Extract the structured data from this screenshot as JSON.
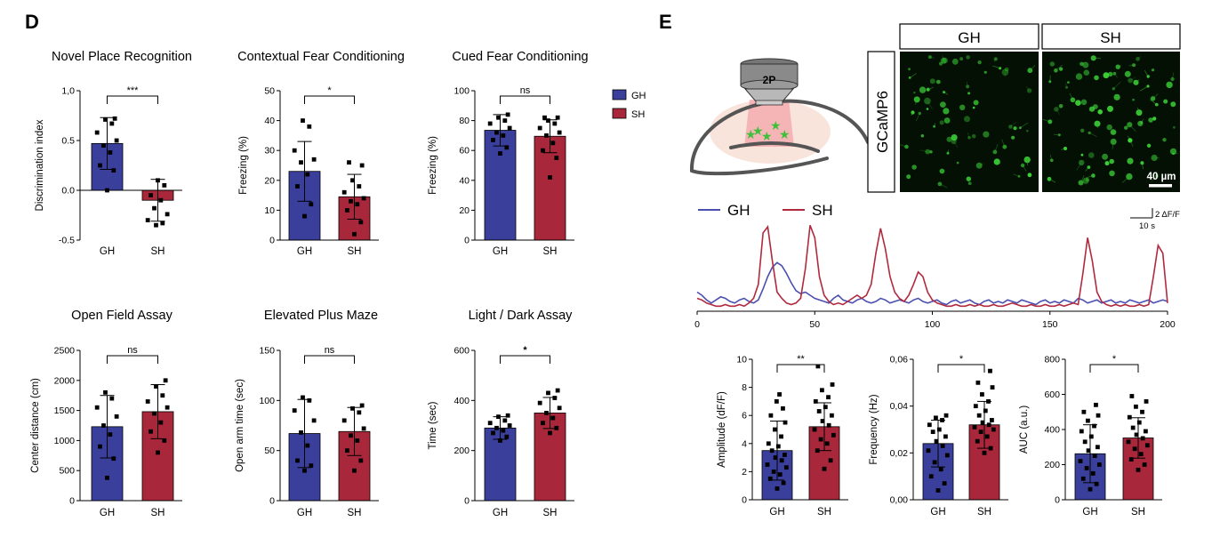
{
  "panel_letters": [
    "D",
    "E"
  ],
  "colors": {
    "GH": "#3a3f9c",
    "SH": "#a8273a",
    "GH_trace": "#4a4fb0",
    "SH_trace": "#b02a3e"
  },
  "legend_D": {
    "GH": "GH",
    "SH": "SH"
  },
  "imaging": {
    "microscope_label": "2P",
    "indicator_label": "GCaMP6",
    "columns": [
      "GH",
      "SH"
    ],
    "scale_bar": "40 µm"
  },
  "trace": {
    "legend": [
      "GH",
      "SH"
    ],
    "scale_y": "2 ΔF/F",
    "scale_x": "10 s"
  },
  "chart_data": [
    {
      "id": "npr",
      "type": "bar",
      "title": "Novel Place Recognition",
      "ylabel": "Discrimination index",
      "categories": [
        "GH",
        "SH"
      ],
      "values": [
        0.47,
        -0.1
      ],
      "errors": [
        0.26,
        0.21
      ],
      "ylim": [
        -0.5,
        1.0
      ],
      "yticks": [
        -0.5,
        0.0,
        0.5,
        1.0
      ],
      "ytick_labels": [
        "-0.5",
        "0.0",
        "0.5",
        "1,0"
      ],
      "significance": "***",
      "points": [
        [
          0.0,
          0.2,
          0.25,
          0.38,
          0.45,
          0.5,
          0.58,
          0.67,
          0.71,
          0.72
        ],
        [
          0.1,
          0.05,
          -0.05,
          -0.1,
          -0.18,
          -0.24,
          -0.3,
          -0.33,
          -0.35
        ]
      ]
    },
    {
      "id": "cfc",
      "type": "bar",
      "title": "Contextual Fear Conditioning",
      "ylabel": "Freezing (%)",
      "categories": [
        "GH",
        "SH"
      ],
      "values": [
        23,
        14.5
      ],
      "errors": [
        10,
        7.5
      ],
      "ylim": [
        0,
        50
      ],
      "yticks": [
        0,
        10,
        20,
        30,
        40,
        50
      ],
      "ytick_labels": [
        "0",
        "10",
        "20",
        "30",
        "40",
        "50"
      ],
      "significance": "*",
      "points": [
        [
          8,
          12,
          18,
          22,
          26,
          27,
          30,
          38,
          40
        ],
        [
          2,
          6,
          10,
          12,
          13,
          14,
          16,
          18,
          20,
          25,
          26
        ]
      ]
    },
    {
      "id": "cued",
      "type": "bar",
      "title": "Cued Fear Conditioning",
      "ylabel": "Freezing (%)",
      "categories": [
        "GH",
        "SH"
      ],
      "values": [
        73.5,
        69.5
      ],
      "errors": [
        10.5,
        11
      ],
      "ylim": [
        0,
        100
      ],
      "yticks": [
        0,
        20,
        40,
        60,
        80,
        100
      ],
      "ytick_labels": [
        "0",
        "20",
        "40",
        "60",
        "80",
        "100"
      ],
      "significance": "ns",
      "points": [
        [
          58,
          62,
          67,
          70,
          72,
          75,
          78,
          80,
          82,
          84
        ],
        [
          42,
          55,
          60,
          65,
          70,
          72,
          75,
          78,
          80,
          82,
          82
        ]
      ]
    },
    {
      "id": "of",
      "type": "bar",
      "title": "Open Field Assay",
      "ylabel": "Center distance (cm)",
      "categories": [
        "GH",
        "SH"
      ],
      "values": [
        1230,
        1480
      ],
      "errors": [
        520,
        450
      ],
      "ylim": [
        0,
        2500
      ],
      "yticks": [
        0,
        500,
        1000,
        1500,
        2000,
        2500
      ],
      "ytick_labels": [
        "0",
        "500",
        "1000",
        "1500",
        "2000",
        "2500"
      ],
      "significance": "ns",
      "points": [
        [
          380,
          700,
          900,
          1100,
          1250,
          1400,
          1550,
          1700,
          1800
        ],
        [
          800,
          1000,
          1150,
          1300,
          1450,
          1550,
          1650,
          1750,
          1900,
          2000
        ]
      ]
    },
    {
      "id": "epm",
      "type": "bar",
      "title": "Elevated Plus Maze",
      "ylabel": "Open arm time (sec)",
      "categories": [
        "GH",
        "SH"
      ],
      "values": [
        67,
        69
      ],
      "errors": [
        34,
        24
      ],
      "ylim": [
        0,
        150
      ],
      "yticks": [
        0,
        50,
        100,
        150
      ],
      "ytick_labels": [
        "0",
        "50",
        "100",
        "150"
      ],
      "significance": "ns",
      "points": [
        [
          30,
          35,
          40,
          55,
          68,
          80,
          90,
          100,
          103
        ],
        [
          30,
          40,
          50,
          60,
          65,
          72,
          80,
          88,
          92,
          95
        ]
      ]
    },
    {
      "id": "ld",
      "type": "bar",
      "title": "Light / Dark Assay",
      "ylabel": "Time (sec)",
      "categories": [
        "GH",
        "SH"
      ],
      "values": [
        290,
        350
      ],
      "errors": [
        45,
        62
      ],
      "ylim": [
        0,
        600
      ],
      "yticks": [
        0,
        200,
        400,
        600
      ],
      "ytick_labels": [
        "0",
        "200",
        "400",
        "600"
      ],
      "significance": "*",
      "points": [
        [
          240,
          255,
          270,
          280,
          290,
          300,
          310,
          320,
          335,
          340
        ],
        [
          270,
          290,
          310,
          330,
          350,
          370,
          390,
          410,
          430,
          440
        ]
      ]
    },
    {
      "id": "trace",
      "type": "line",
      "title": "",
      "x": [
        0,
        2,
        4,
        6,
        8,
        10,
        12,
        14,
        16,
        18,
        20,
        22,
        24,
        26,
        28,
        30,
        32,
        34,
        36,
        38,
        40,
        42,
        44,
        46,
        48,
        50,
        52,
        54,
        56,
        58,
        60,
        62,
        64,
        66,
        68,
        70,
        72,
        74,
        76,
        78,
        80,
        82,
        84,
        86,
        88,
        90,
        92,
        94,
        96,
        98,
        100,
        102,
        104,
        106,
        108,
        110,
        112,
        114,
        116,
        118,
        120,
        122,
        124,
        126,
        128,
        130,
        132,
        134,
        136,
        138,
        140,
        142,
        144,
        146,
        148,
        150,
        152,
        154,
        156,
        158,
        160,
        162,
        164,
        166,
        168,
        170,
        172,
        174,
        176,
        178,
        180,
        182,
        184,
        186,
        188,
        190,
        192,
        194,
        196,
        198,
        200
      ],
      "xlim": [
        0,
        200
      ],
      "xticks": [
        0,
        50,
        100,
        150,
        200
      ],
      "series": [
        {
          "name": "GH",
          "values": [
            1.0,
            0.8,
            0.5,
            0.3,
            0.5,
            0.7,
            0.6,
            0.4,
            0.3,
            0.5,
            0.6,
            0.4,
            0.3,
            0.5,
            1.2,
            2.0,
            2.6,
            2.9,
            2.7,
            2.2,
            1.6,
            1.1,
            0.9,
            1.0,
            0.8,
            0.6,
            0.5,
            0.4,
            0.3,
            0.6,
            0.8,
            0.5,
            0.4,
            0.3,
            0.5,
            0.6,
            0.4,
            0.3,
            0.4,
            0.6,
            0.5,
            0.3,
            0.4,
            0.5,
            0.4,
            0.3,
            0.5,
            0.6,
            0.4,
            0.3,
            0.4,
            0.5,
            0.3,
            0.2,
            0.4,
            0.5,
            0.3,
            0.4,
            0.5,
            0.3,
            0.2,
            0.4,
            0.5,
            0.3,
            0.4,
            0.3,
            0.5,
            0.4,
            0.3,
            0.5,
            0.4,
            0.3,
            0.2,
            0.4,
            0.5,
            0.3,
            0.4,
            0.3,
            0.5,
            0.4,
            0.3,
            0.6,
            0.5,
            0.3,
            0.4,
            0.5,
            0.3,
            0.4,
            0.5,
            0.3,
            0.4,
            0.3,
            0.5,
            0.4,
            0.3,
            0.4,
            0.5,
            0.3,
            0.4,
            0.5,
            0.4
          ]
        },
        {
          "name": "SH",
          "values": [
            0.6,
            0.5,
            0.3,
            0.2,
            0.1,
            0.1,
            0.2,
            0.1,
            0.1,
            0.2,
            0.1,
            0.3,
            0.6,
            1.5,
            4.8,
            5.2,
            3.0,
            1.0,
            0.6,
            0.3,
            0.2,
            0.3,
            0.6,
            2.5,
            5.3,
            4.5,
            2.0,
            0.8,
            0.4,
            0.2,
            0.3,
            0.2,
            0.4,
            0.6,
            0.8,
            0.6,
            0.8,
            1.5,
            3.5,
            5.1,
            3.8,
            2.0,
            1.0,
            0.6,
            0.4,
            0.8,
            1.5,
            2.3,
            2.0,
            1.0,
            0.5,
            0.3,
            0.2,
            0.1,
            0.1,
            0.2,
            0.1,
            0.1,
            0.2,
            0.1,
            0.2,
            0.1,
            0.1,
            0.2,
            0.1,
            0.1,
            0.2,
            0.3,
            0.2,
            0.1,
            0.1,
            0.2,
            0.1,
            0.1,
            0.2,
            0.1,
            0.1,
            0.2,
            0.1,
            0.2,
            0.3,
            0.2,
            2.2,
            4.5,
            3.0,
            1.0,
            0.4,
            0.2,
            0.1,
            0.2,
            0.1,
            0.2,
            0.1,
            0.1,
            0.2,
            0.1,
            0.2,
            2.0,
            4.0,
            3.5,
            0.3
          ]
        }
      ]
    },
    {
      "id": "amp",
      "type": "bar",
      "title": "",
      "ylabel": "Amplitude (dF/F)",
      "categories": [
        "GH",
        "SH"
      ],
      "values": [
        3.5,
        5.2
      ],
      "errors": [
        2.1,
        1.7
      ],
      "ylim": [
        0,
        10
      ],
      "yticks": [
        0,
        2,
        4,
        6,
        8,
        10
      ],
      "ytick_labels": [
        "0",
        "2",
        "4",
        "6",
        "8",
        "10"
      ],
      "significance": "**",
      "points": [
        [
          0.8,
          1.2,
          1.5,
          1.8,
          2.0,
          2.3,
          2.5,
          2.8,
          3.0,
          3.2,
          3.5,
          3.8,
          4.0,
          4.5,
          5.0,
          5.5,
          6.0,
          6.5,
          7.0,
          7.5
        ],
        [
          2.2,
          2.8,
          3.5,
          4.0,
          4.3,
          4.6,
          5.0,
          5.3,
          5.6,
          6.0,
          6.3,
          6.6,
          7.0,
          7.3,
          7.8,
          8.2,
          9.5
        ]
      ]
    },
    {
      "id": "freq",
      "type": "bar",
      "title": "",
      "ylabel": "Frequency (Hz)",
      "categories": [
        "GH",
        "SH"
      ],
      "values": [
        0.024,
        0.032
      ],
      "errors": [
        0.01,
        0.01
      ],
      "ylim": [
        0,
        0.06
      ],
      "yticks": [
        0,
        0.02,
        0.04,
        0.06
      ],
      "ytick_labels": [
        "0,00",
        "0,02",
        "0,04",
        "0,06"
      ],
      "significance": "*",
      "points": [
        [
          0.004,
          0.007,
          0.01,
          0.013,
          0.016,
          0.019,
          0.021,
          0.023,
          0.025,
          0.027,
          0.029,
          0.03,
          0.032,
          0.034,
          0.035,
          0.036
        ],
        [
          0.02,
          0.022,
          0.025,
          0.027,
          0.029,
          0.03,
          0.031,
          0.032,
          0.033,
          0.034,
          0.036,
          0.038,
          0.04,
          0.042,
          0.045,
          0.048,
          0.05,
          0.055
        ]
      ]
    },
    {
      "id": "auc",
      "type": "bar",
      "title": "",
      "ylabel": "AUC (a.u.)",
      "categories": [
        "GH",
        "SH"
      ],
      "values": [
        262,
        352
      ],
      "errors": [
        165,
        115
      ],
      "ylim": [
        0,
        800
      ],
      "yticks": [
        0,
        200,
        400,
        600,
        800
      ],
      "ytick_labels": [
        "0",
        "200",
        "400",
        "600",
        "800"
      ],
      "significance": "*",
      "points": [
        [
          60,
          90,
          120,
          150,
          180,
          200,
          220,
          250,
          280,
          300,
          330,
          360,
          390,
          420,
          450,
          480,
          500,
          540
        ],
        [
          170,
          200,
          230,
          260,
          290,
          310,
          330,
          350,
          370,
          390,
          410,
          440,
          470,
          500,
          530,
          560,
          590
        ]
      ]
    }
  ]
}
